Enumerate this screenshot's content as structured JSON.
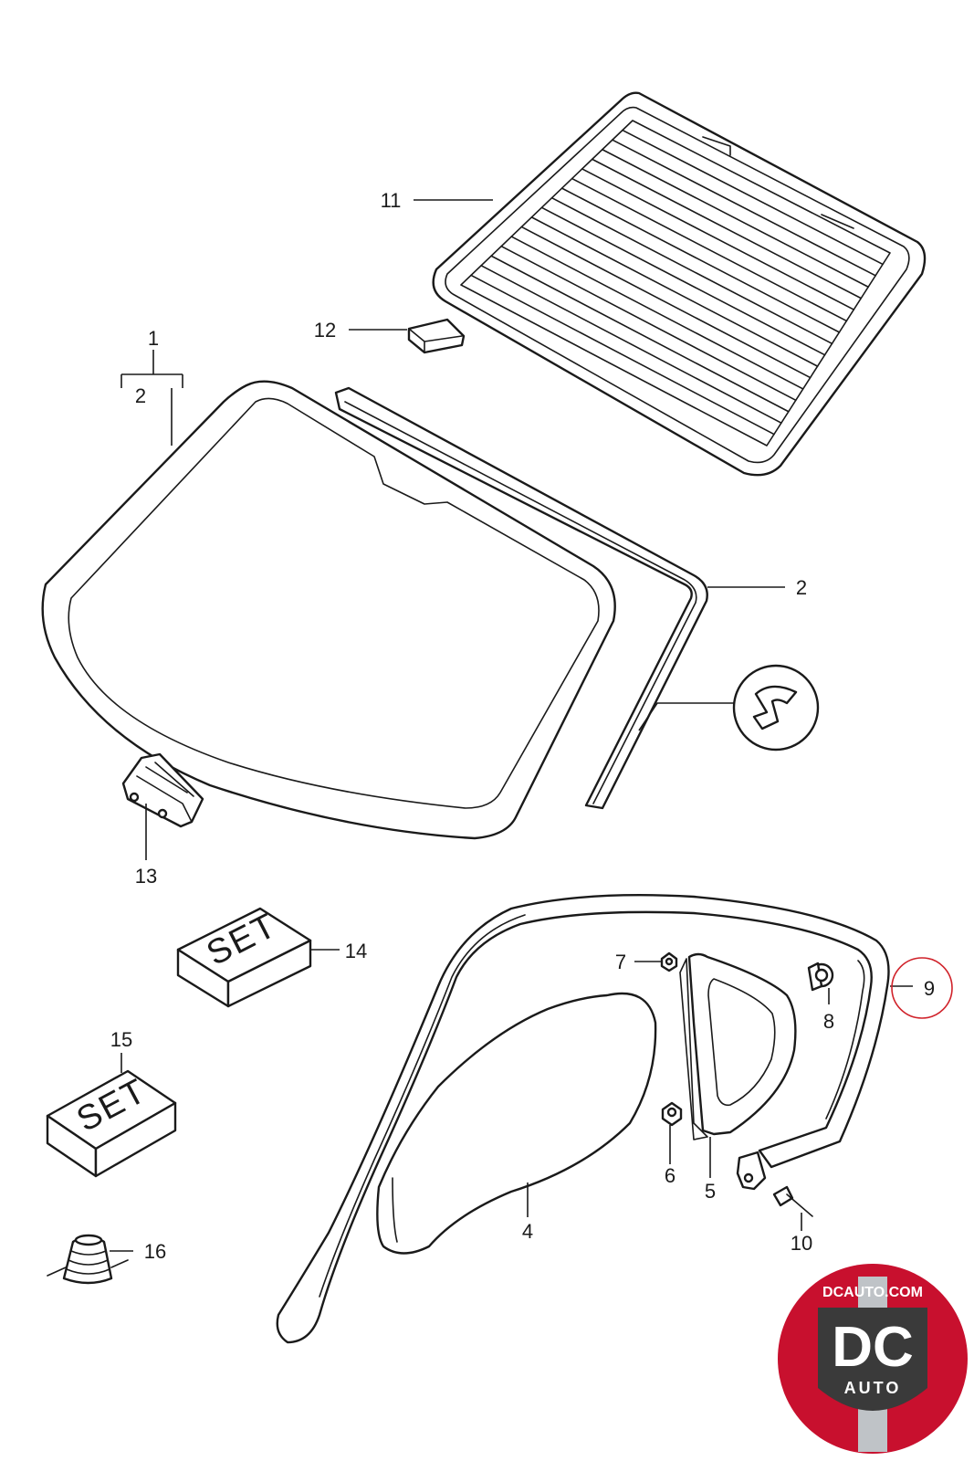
{
  "diagram": {
    "callouts": {
      "c1": "1",
      "c2_bracket": "2",
      "c2": "2",
      "c4": "4",
      "c5": "5",
      "c6": "6",
      "c7": "7",
      "c8": "8",
      "c9": "9",
      "c10": "10",
      "c11": "11",
      "c12": "12",
      "c13": "13",
      "c14": "14",
      "c15": "15",
      "c16": "16"
    },
    "set_label_14": "SET",
    "set_label_15": "SET",
    "highlight_color": "#d0222a"
  },
  "logo": {
    "site": "DCAUTO.COM",
    "mark": "DC",
    "word": "AUTO",
    "colors": {
      "red": "#c8102e",
      "silver": "#bfc3c7",
      "dark": "#3a3a3a"
    }
  }
}
